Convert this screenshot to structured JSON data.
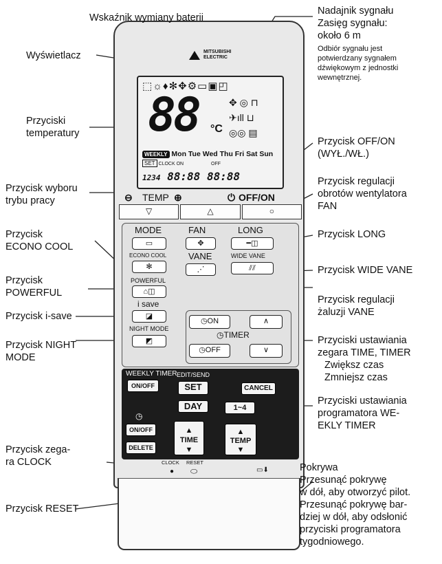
{
  "labels": {
    "battery": "Wskaźnik wymiany baterii",
    "transmitter": [
      "Nadajnik sygnału",
      "Zasięg sygnału:",
      "około 6 m"
    ],
    "transmitter_note": [
      "Odbiór sygnału jest",
      "potwierdzany sygnałem",
      "dźwiękowym z jednostki",
      "wewnętrznej."
    ],
    "display": "Wyświetlacz",
    "temp_buttons": [
      "Przyciski",
      "temperatury"
    ],
    "onoff": [
      "Przycisk OFF/ON",
      "(WYŁ./WŁ.)"
    ],
    "mode": [
      "Przycisk wyboru",
      "trybu pracy"
    ],
    "fan": [
      "Przycisk regulacji",
      "obrotów wentylatora",
      "FAN"
    ],
    "econo": [
      "Przycisk",
      "ECONO COOL"
    ],
    "long": "Przycisk LONG",
    "powerful": [
      "Przycisk",
      "POWERFUL"
    ],
    "wide_vane": "Przycisk WIDE VANE",
    "vane": [
      "Przycisk regulacji",
      "żaluzji VANE"
    ],
    "isave": "Przycisk i-save",
    "night": [
      "Przycisk NIGHT",
      "MODE"
    ],
    "timer": [
      "Przyciski ustawiania",
      "zegara TIME, TIMER"
    ],
    "timer_up": "Zwiększ czas",
    "timer_down": "Zmniejsz czas",
    "weekly": [
      "Przyciski ustawiania",
      "programatora WE-",
      "EKLY TIMER"
    ],
    "clock": [
      "Przycisk zega-",
      "ra CLOCK"
    ],
    "reset": "Przycisk RESET",
    "cover": [
      "Pokrywa",
      "Przesunąć pokrywę",
      "w dół, aby otworzyć pilot.",
      "Przesunąć pokrywę bar-",
      "dziej w dół, aby odsłonić",
      "przyciski programatora",
      "tygodniowego."
    ]
  },
  "remote": {
    "brand": [
      "MITSUBISHI",
      "ELECTRIC"
    ],
    "lcd_mode_icons": "⬚☼♦✻✥⚙▭▣◰",
    "temp_digits": "88",
    "temp_unit": "°C",
    "lcd_right_icons": [
      "✥ ◎  ⊓",
      "✈ıll  ⊔",
      "◎◎ ▤"
    ],
    "weekly_badge": "WEEKLY",
    "days": "Mon Tue Wed Thu Fri Sat Sun",
    "set_badge": "SET",
    "clock_lbl": "CLOCK",
    "on_lbl": "ON",
    "off_lbl": "OFF",
    "prog_nums": "1234",
    "clock_digits": "88:88",
    "timer_digits": "88:88",
    "temp_label": "TEMP",
    "onoff_label": "OFF/ON",
    "arrow_down": "▽",
    "arrow_up": "△",
    "circle": "○",
    "mode": "MODE",
    "fan": "FAN",
    "long": "LONG",
    "econo": "ECONO COOL",
    "vane": "VANE",
    "wide_vane": "WIDE VANE",
    "powerful": "POWERFUL",
    "isave": "i save",
    "night": "NIGHT MODE",
    "on_btn": "ON",
    "timer": "TIMER",
    "off_btn": "OFF",
    "up": "∧",
    "down": "∨",
    "weekly_timer": "WEEKLY TIMER",
    "edit_send": "EDIT/SEND",
    "set": "SET",
    "cancel": "CANCEL",
    "onoff_small": "ON/OFF",
    "day": "DAY",
    "range": "1~4",
    "onoff_small2": "ON/OFF",
    "delete": "DELETE",
    "time": "TIME",
    "temp_btn": "TEMP",
    "clock_btn": "CLOCK",
    "reset_btn": "RESET"
  }
}
